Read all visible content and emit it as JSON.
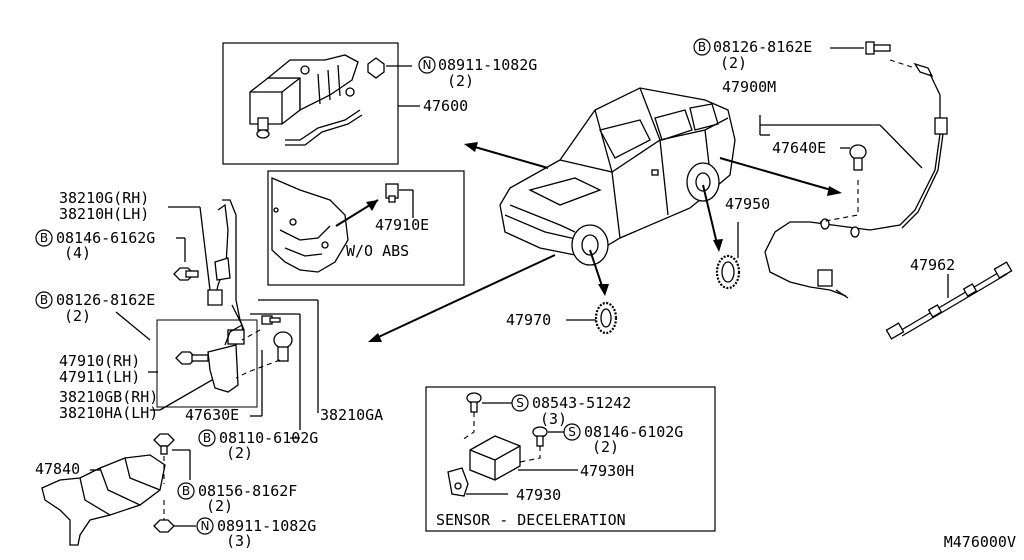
{
  "labels": {
    "p47600": "47600",
    "nut_n1_prefix": "N",
    "nut_n1": "08911-1082G",
    "nut_n1_qty": "(2)",
    "p47910e": "47910E",
    "wo_abs": "W/O ABS",
    "bolt_b1_prefix": "B",
    "bolt_b1": "08126-8162E",
    "bolt_b1_qty": "(2)",
    "p47900m": "47900M",
    "p47640e": "47640E",
    "p47950": "47950",
    "p47962": "47962",
    "p38210g": "38210G(RH)",
    "p38210h": "38210H(LH)",
    "bolt_b2_prefix": "B",
    "bolt_b2": "08146-6162G",
    "bolt_b2_qty": "(4)",
    "bolt_b3_prefix": "B",
    "bolt_b3": "08126-8162E",
    "bolt_b3_qty": "(2)",
    "p47910": "47910(RH)",
    "p47911": "47911(LH)",
    "p38210gb": "38210GB(RH)",
    "p38210ha": "38210HA(LH)",
    "p47630e": "47630E",
    "p38210ga": "38210GA",
    "bolt_b4_prefix": "B",
    "bolt_b4": "08110-6102G",
    "bolt_b4_qty": "(2)",
    "p47840": "47840",
    "bolt_b5_prefix": "B",
    "bolt_b5": "08156-8162F",
    "bolt_b5_qty": "(2)",
    "nut_n2_prefix": "N",
    "nut_n2": "08911-1082G",
    "nut_n2_qty": "(3)",
    "p47970": "47970",
    "screw_s1_prefix": "S",
    "screw_s1": "08543-51242",
    "screw_s1_qty": "(3)",
    "screw_s2_prefix": "S",
    "screw_s2": "08146-6102G",
    "screw_s2_qty": "(2)",
    "p47930h": "47930H",
    "p47930": "47930",
    "sensor_caption": "SENSOR - DECELERATION",
    "diagram_code": "M476000V"
  }
}
